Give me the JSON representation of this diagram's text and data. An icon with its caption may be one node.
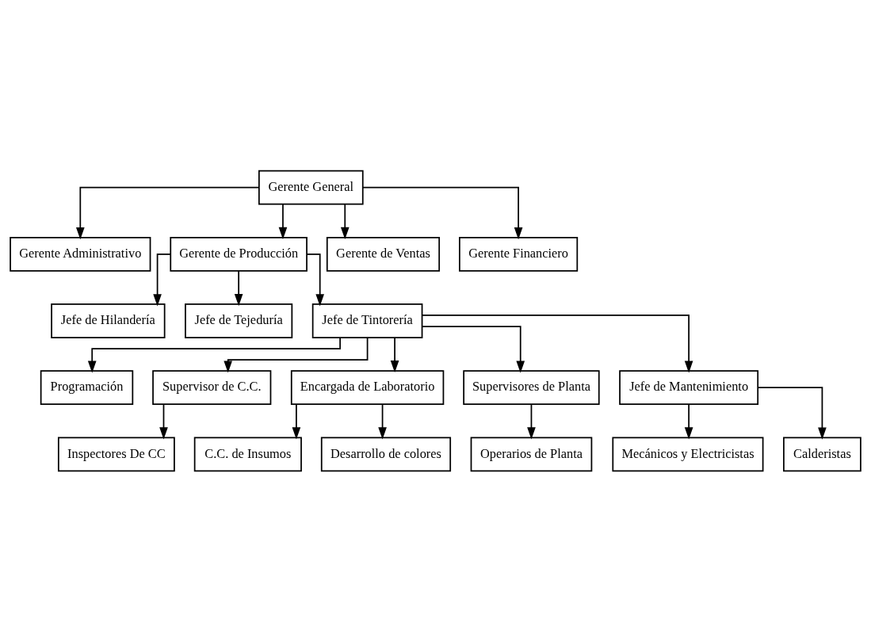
{
  "diagram": {
    "nodes": [
      {
        "text": [
          "Gerente General"
        ]
      },
      {
        "text": [
          "Gerente Administrativo"
        ]
      },
      {
        "text": [
          "Gerente de Producción"
        ]
      },
      {
        "text": [
          "Gerente de Ventas"
        ]
      },
      {
        "text": [
          "Gerente Financiero"
        ]
      },
      {
        "text": [
          "Jefe de Hilandería"
        ]
      },
      {
        "text": [
          "Jefe de Tejeduría"
        ]
      },
      {
        "text": [
          "Jefe de Tintorería"
        ]
      },
      {
        "text": [
          "Programación"
        ]
      },
      {
        "text": [
          "Supervisor de C.C."
        ]
      },
      {
        "text": [
          "Encargada de Laboratorio"
        ]
      },
      {
        "text": [
          "Supervisores de Planta"
        ]
      },
      {
        "text": [
          "Jefe de Mantenimiento"
        ]
      },
      {
        "text": [
          "Inspectores De CC"
        ]
      },
      {
        "text": [
          "C.C. de Insumos"
        ]
      },
      {
        "text": [
          "Desarrollo de colores"
        ]
      },
      {
        "text": [
          "Operarios de Planta"
        ]
      },
      {
        "text": [
          "Mecánicos y Electricistas"
        ]
      },
      {
        "text": [
          "Calderistas"
        ]
      }
    ],
    "edges": [
      {
        "from": 0,
        "to": 1,
        "arrow": "to"
      },
      {
        "from": 0,
        "to": 2,
        "arrow": "to"
      },
      {
        "from": 0,
        "to": 3,
        "arrow": "to"
      },
      {
        "from": 0,
        "to": 4,
        "arrow": "to"
      },
      {
        "from": 2,
        "to": 5,
        "arrow": "to"
      },
      {
        "from": 2,
        "to": 6,
        "arrow": "to"
      },
      {
        "from": 2,
        "to": 7,
        "arrow": "to"
      },
      {
        "from": 7,
        "to": 8,
        "arrow": "to"
      },
      {
        "from": 7,
        "to": 9,
        "arrow": "to"
      },
      {
        "from": 7,
        "to": 10,
        "arrow": "to"
      },
      {
        "from": 7,
        "to": 11,
        "arrow": "to"
      },
      {
        "from": 7,
        "to": 12,
        "arrow": "to"
      },
      {
        "from": 9,
        "to": 13,
        "arrow": "to"
      },
      {
        "from": 10,
        "to": 14,
        "arrow": "to"
      },
      {
        "from": 10,
        "to": 15,
        "arrow": "to"
      },
      {
        "from": 11,
        "to": 16,
        "arrow": "to"
      },
      {
        "from": 12,
        "to": 17,
        "arrow": "to"
      },
      {
        "from": 12,
        "to": 18,
        "arrow": "to"
      }
    ]
  }
}
